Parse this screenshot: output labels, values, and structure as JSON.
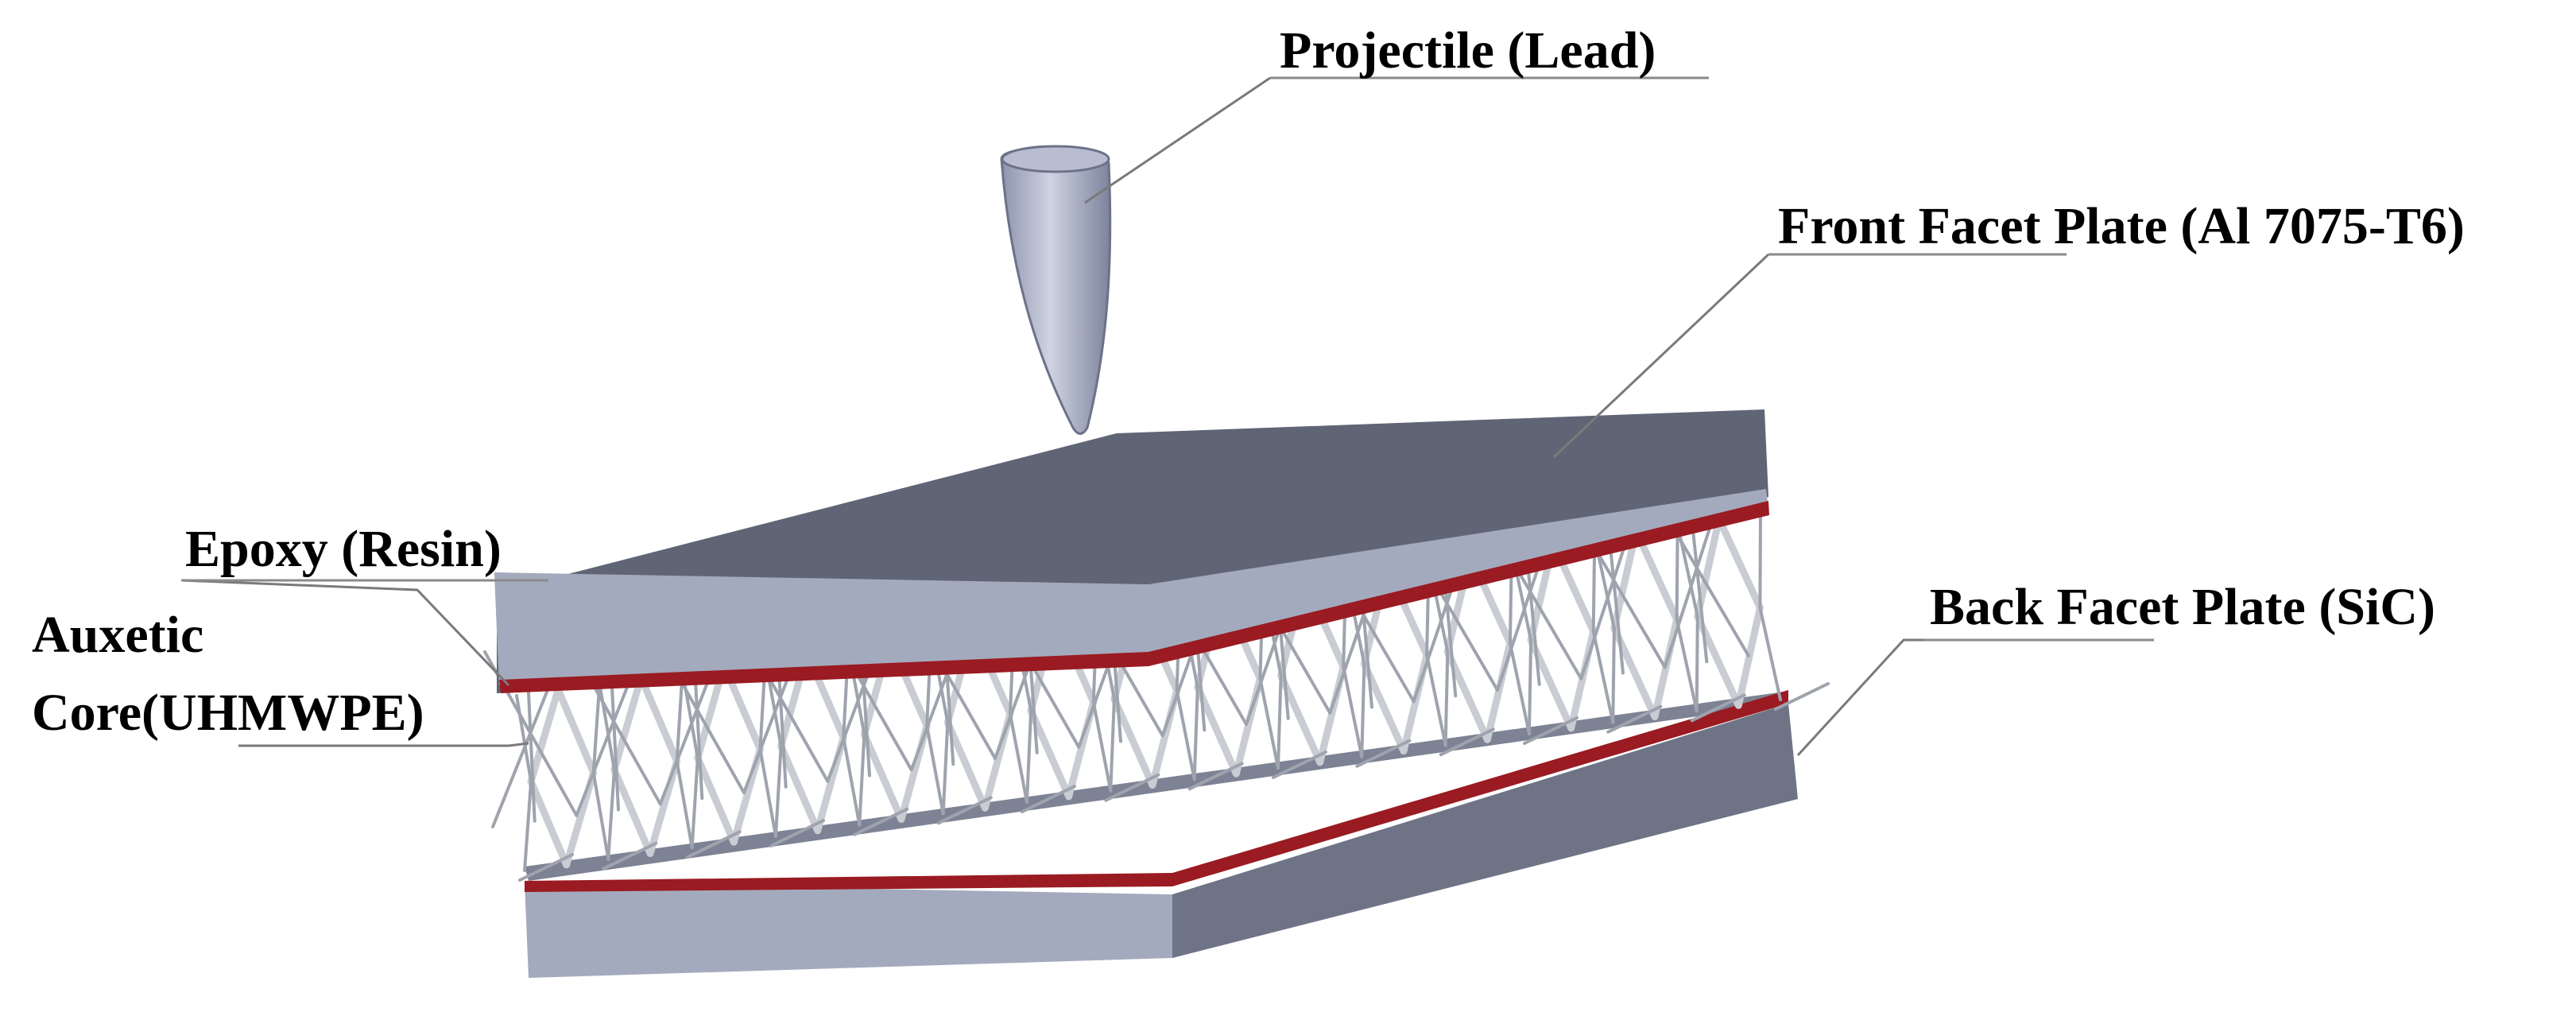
{
  "labels": {
    "projectile": "Projectile (Lead)",
    "front_plate": "Front Facet Plate (Al 7075-T6)",
    "epoxy": "Epoxy (Resin)",
    "auxetic_line1": "Auxetic",
    "auxetic_line2": "Core(UHMWPE)",
    "back_plate": "Back Facet Plate (SiC)"
  },
  "colors": {
    "plate_top": "#5f6575",
    "plate_front": "#a4aabd",
    "plate_side": "#6e7486",
    "resin": "#9a1b22",
    "lattice": "#c9ccd3",
    "projectile": "#a9afc6"
  }
}
